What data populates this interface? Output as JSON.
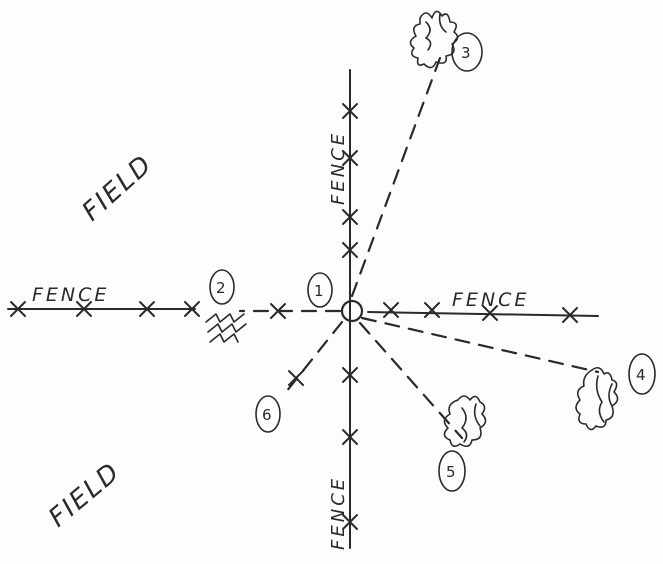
{
  "diagram": {
    "field_labels": [
      "FIELD",
      "FIELD"
    ],
    "fence_labels": {
      "north": "FENCE",
      "west": "FENCE",
      "east": "FENCE",
      "south": "FENCE"
    },
    "markers": {
      "center": "1",
      "west": "2",
      "north_east": "3",
      "east_south": "4",
      "south_east": "5",
      "south_west": "6"
    },
    "ink_color": "#2a2a2a"
  }
}
